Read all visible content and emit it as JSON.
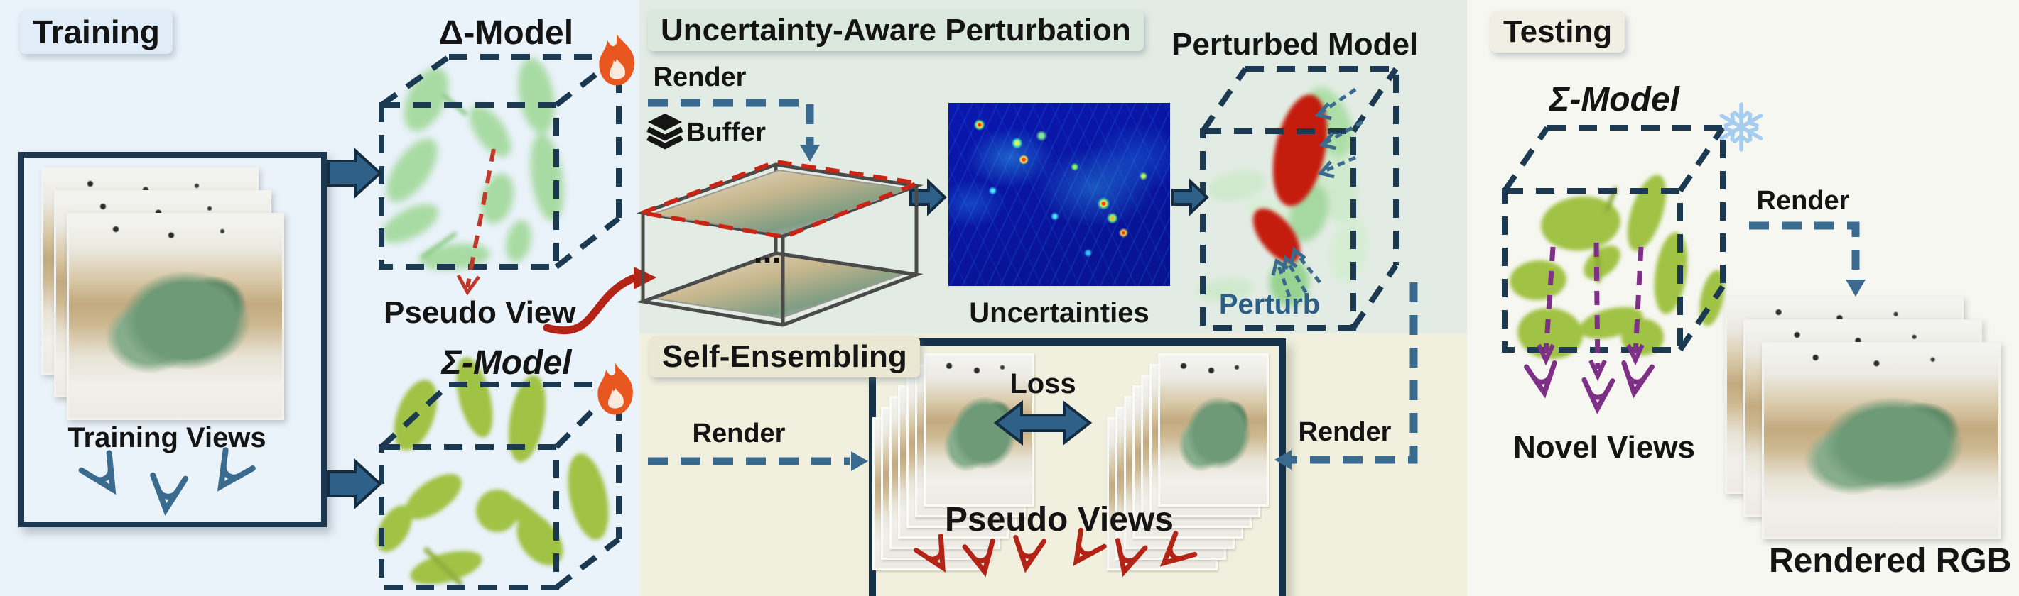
{
  "figure": {
    "type": "method-overview-diagram",
    "panels": {
      "training": {
        "title": "Training",
        "training_views_label": "Training Views",
        "delta_model_label": "Δ-Model",
        "sigma_model_label": "Σ-Model",
        "pseudo_view_label": "Pseudo View"
      },
      "uncertainty_aware_perturbation": {
        "title": "Uncertainty-Aware Perturbation",
        "render_label": "Render",
        "buffer_label": "Buffer",
        "buffer_ellipsis": "...",
        "uncertainties_label": "Uncertainties",
        "perturbed_model_label": "Perturbed Model",
        "perturb_label": "Perturb"
      },
      "self_ensembling": {
        "title": "Self-Ensembling",
        "render_left_label": "Render",
        "render_right_label": "Render",
        "loss_label": "Loss",
        "pseudo_views_label": "Pseudo Views"
      },
      "testing": {
        "title": "Testing",
        "sigma_model_label": "Σ-Model",
        "novel_views_label": "Novel Views",
        "render_label": "Render",
        "rendered_rgb_label": "Rendered RGB"
      }
    },
    "icons": {
      "fire_icon": "flame (trainable model)",
      "snowflake_icon": "snowflake (frozen model)",
      "buffer_icon": "stacked-layers",
      "camera_icon": "view-frustum",
      "arrow_icon": "block-arrow"
    },
    "colors": {
      "panel_training": "#eaf2fa",
      "panel_uap": "#e3ece4",
      "panel_self_ensembling": "#f1f0df",
      "panel_testing": "#f7f7f2",
      "navy_dash": "#1b3a52",
      "steel_arrow": "#2e6088",
      "green_blob": "#a8dba3",
      "olive_blob": "#a0c245",
      "red_blob": "#c41f10",
      "red_accent": "#b32417",
      "purple_accent": "#7e2f86",
      "fire_orange": "#e8571f",
      "snowflake_blue": "#a5cdf0"
    }
  }
}
